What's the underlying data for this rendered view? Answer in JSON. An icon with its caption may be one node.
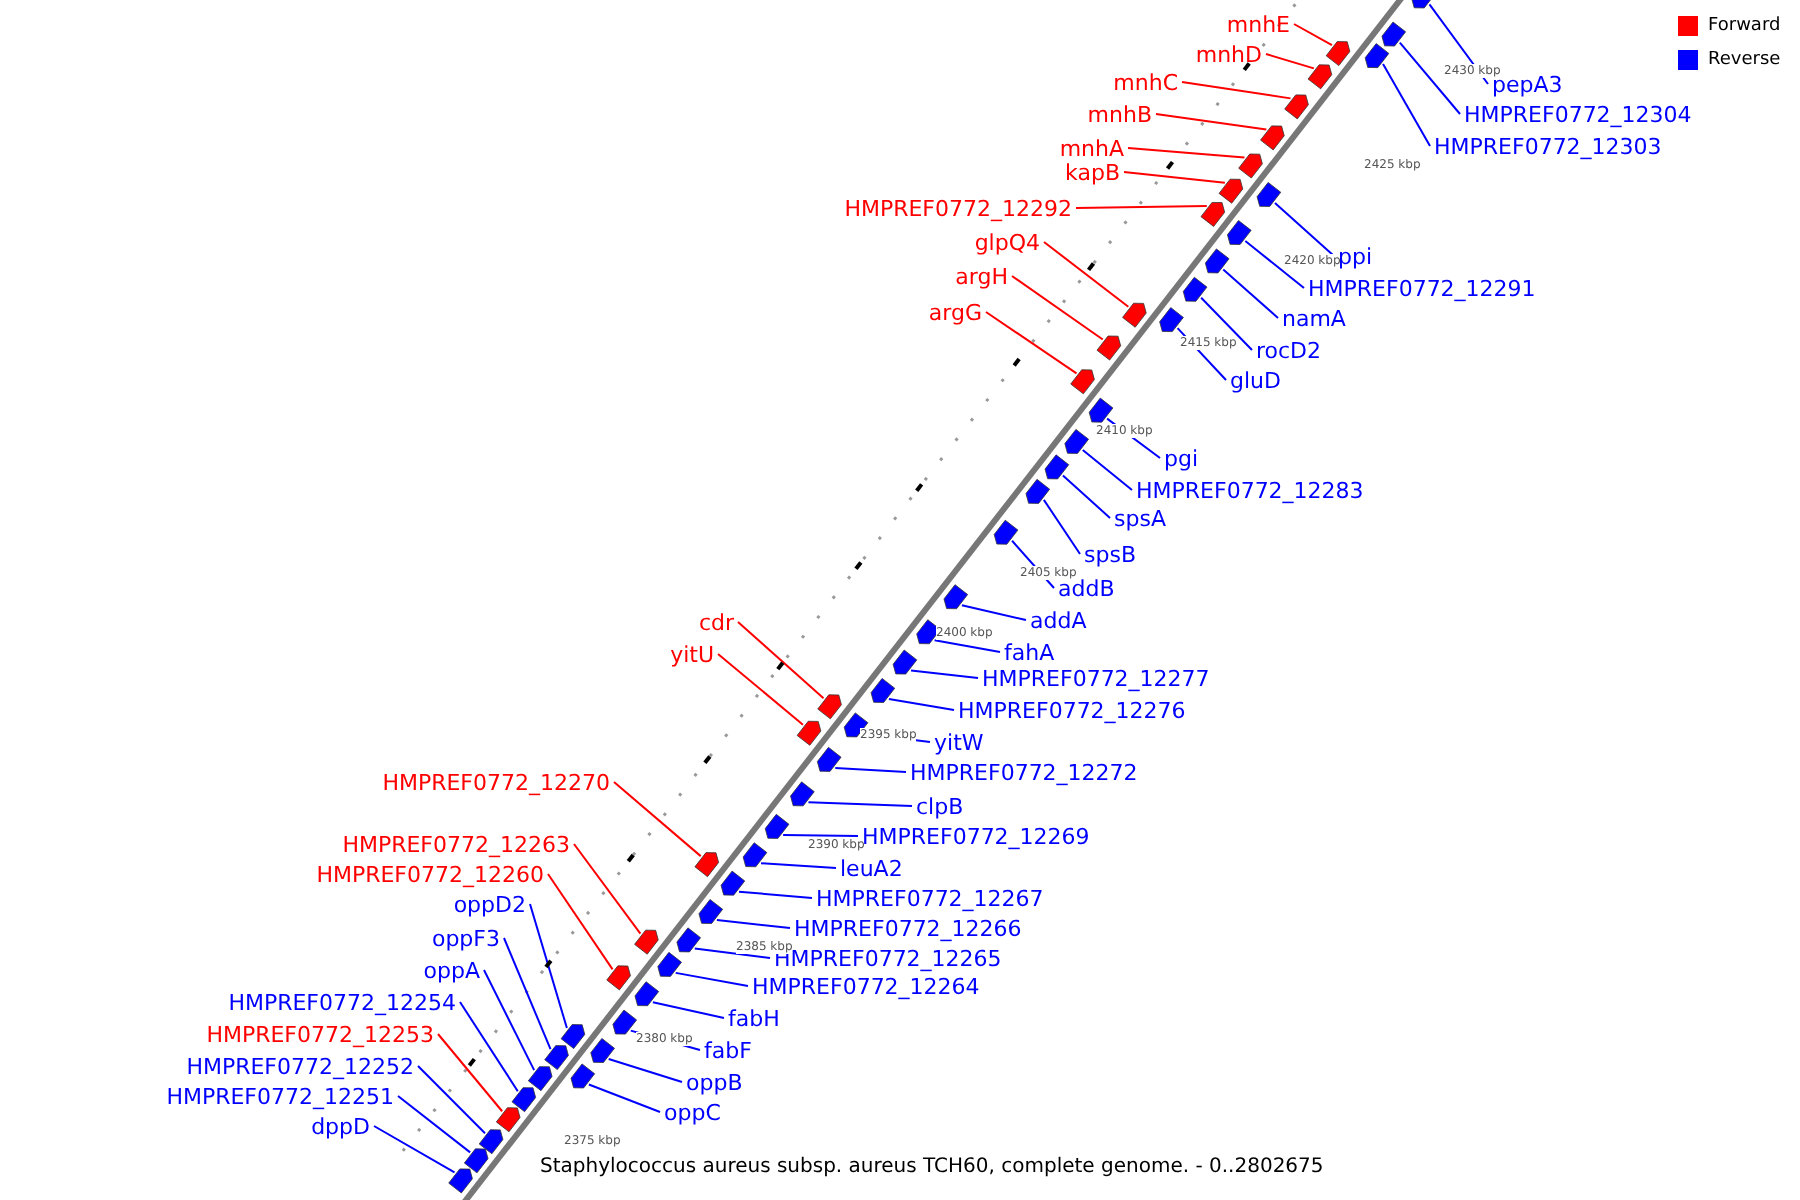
{
  "diagram": {
    "caption": "Staphylococcus aureus subsp. aureus TCH60, complete genome. - 0..2802675",
    "nodes": [
      {
        "text": [
          "mnhE"
        ]
      },
      {
        "text": [
          "pepA3"
        ]
      },
      {
        "text": [
          "mnhD"
        ]
      },
      {
        "text": [
          "mnhC"
        ]
      },
      {
        "text": [
          "HMPREF0772_12304"
        ]
      },
      {
        "text": [
          "mnhB"
        ]
      },
      {
        "text": [
          "HMPREF0772_12303"
        ]
      },
      {
        "text": [
          "mnhA"
        ]
      },
      {
        "text": [
          "kapB"
        ]
      },
      {
        "text": [
          "HMPREF0772_12292"
        ]
      },
      {
        "text": [
          "glpQ4"
        ]
      },
      {
        "text": [
          "ppi"
        ]
      },
      {
        "text": [
          "argH"
        ]
      },
      {
        "text": [
          "HMPREF0772_12291"
        ]
      },
      {
        "text": [
          "argG"
        ]
      },
      {
        "text": [
          "namA"
        ]
      },
      {
        "text": [
          "rocD2"
        ]
      },
      {
        "text": [
          "gluD"
        ]
      },
      {
        "text": [
          "pgi"
        ]
      },
      {
        "text": [
          "HMPREF0772_12283"
        ]
      },
      {
        "text": [
          "spsA"
        ]
      },
      {
        "text": [
          "spsB"
        ]
      },
      {
        "text": [
          "addB"
        ]
      },
      {
        "text": [
          "cdr"
        ]
      },
      {
        "text": [
          "addA"
        ]
      },
      {
        "text": [
          "fahA"
        ]
      },
      {
        "text": [
          "yitU"
        ]
      },
      {
        "text": [
          "HMPREF0772_12277"
        ]
      },
      {
        "text": [
          "HMPREF0772_12276"
        ]
      },
      {
        "text": [
          "yitW"
        ]
      },
      {
        "text": [
          "HMPREF0772_12272"
        ]
      },
      {
        "text": [
          "HMPREF0772_12270"
        ]
      },
      {
        "text": [
          "clpB"
        ]
      },
      {
        "text": [
          "HMPREF0772_12269"
        ]
      },
      {
        "text": [
          "HMPREF0772_12263"
        ]
      },
      {
        "text": [
          "leuA2"
        ]
      },
      {
        "text": [
          "HMPREF0772_12260"
        ]
      },
      {
        "text": [
          "HMPREF0772_12267"
        ]
      },
      {
        "text": [
          "oppD2"
        ]
      },
      {
        "text": [
          "HMPREF0772_12266"
        ]
      },
      {
        "text": [
          "oppF3"
        ]
      },
      {
        "text": [
          "HMPREF0772_12265"
        ]
      },
      {
        "text": [
          "oppA"
        ]
      },
      {
        "text": [
          "HMPREF0772_12264"
        ]
      },
      {
        "text": [
          "HMPREF0772_12254"
        ]
      },
      {
        "text": [
          "fabH"
        ]
      },
      {
        "text": [
          "HMPREF0772_12253"
        ]
      },
      {
        "text": [
          "fabF"
        ]
      },
      {
        "text": [
          "HMPREF0772_12252"
        ]
      },
      {
        "text": [
          "oppB"
        ]
      },
      {
        "text": [
          "HMPREF0772_12251"
        ]
      },
      {
        "text": [
          "oppC"
        ]
      },
      {
        "text": [
          "dppD"
        ]
      },
      {
        "text": [],
        "shape": "arrow"
      },
      {
        "text": [],
        "shape": "arrow"
      },
      {
        "text": [],
        "shape": "arrow"
      },
      {
        "text": [],
        "shape": "arrow"
      },
      {
        "text": [],
        "shape": "arrow"
      },
      {
        "text": [],
        "shape": "arrow"
      },
      {
        "text": [],
        "shape": "arrow"
      },
      {
        "text": [],
        "shape": "arrow"
      },
      {
        "text": [],
        "shape": "arrow"
      },
      {
        "text": [],
        "shape": "arrow"
      },
      {
        "text": [],
        "shape": "arrow"
      },
      {
        "text": [],
        "shape": "arrow"
      },
      {
        "text": [],
        "shape": "arrow"
      },
      {
        "text": [],
        "shape": "arrow"
      },
      {
        "text": [],
        "shape": "arrow"
      },
      {
        "text": [],
        "shape": "arrow"
      },
      {
        "text": [],
        "shape": "arrow"
      },
      {
        "text": [],
        "shape": "arrow"
      },
      {
        "text": [],
        "shape": "arrow"
      },
      {
        "text": [],
        "shape": "arrow"
      },
      {
        "text": [],
        "shape": "arrow"
      },
      {
        "text": [],
        "shape": "arrow"
      },
      {
        "text": [],
        "shape": "arrow"
      },
      {
        "text": [],
        "shape": "arrow"
      },
      {
        "text": [],
        "shape": "arrow"
      },
      {
        "text": [],
        "shape": "arrow"
      },
      {
        "text": [],
        "shape": "arrow"
      },
      {
        "text": [],
        "shape": "arrow"
      },
      {
        "text": [],
        "shape": "arrow"
      },
      {
        "text": [],
        "shape": "arrow"
      },
      {
        "text": [],
        "shape": "arrow"
      },
      {
        "text": [],
        "shape": "arrow"
      },
      {
        "text": [],
        "shape": "arrow"
      },
      {
        "text": [],
        "shape": "arrow"
      },
      {
        "text": [],
        "shape": "arrow"
      },
      {
        "text": [],
        "shape": "arrow"
      },
      {
        "text": [],
        "shape": "arrow"
      },
      {
        "text": [],
        "shape": "arrow"
      },
      {
        "text": [],
        "shape": "arrow"
      },
      {
        "text": [],
        "shape": "arrow"
      },
      {
        "text": [],
        "shape": "arrow"
      },
      {
        "text": [],
        "shape": "arrow"
      },
      {
        "text": [],
        "shape": "arrow"
      },
      {
        "text": [],
        "shape": "arrow"
      },
      {
        "text": [],
        "shape": "arrow"
      },
      {
        "text": [],
        "shape": "arrow"
      },
      {
        "text": [],
        "shape": "arrow"
      },
      {
        "text": [],
        "shape": "arrow"
      },
      {
        "text": [],
        "shape": "arrow"
      },
      {
        "text": [],
        "shape": "arrow"
      },
      {
        "text": [],
        "shape": "arrow"
      },
      {
        "text": [],
        "shape": "arrow"
      },
      {
        "text": [],
        "shape": "arrow"
      }
    ],
    "edges": [
      {
        "from": 0,
        "to": 53,
        "arrow": "none",
        "color": "#ff0000"
      },
      {
        "from": 1,
        "to": 54,
        "arrow": "none"
      },
      {
        "from": 2,
        "to": 55,
        "arrow": "none",
        "color": "#ff0000"
      },
      {
        "from": 3,
        "to": 56,
        "arrow": "none",
        "color": "#ff0000"
      },
      {
        "from": 4,
        "to": 57,
        "arrow": "none"
      },
      {
        "from": 5,
        "to": 58,
        "arrow": "none",
        "color": "#ff0000"
      },
      {
        "from": 6,
        "to": 59,
        "arrow": "none"
      },
      {
        "from": 7,
        "to": 60,
        "arrow": "none",
        "color": "#ff0000"
      },
      {
        "from": 8,
        "to": 61,
        "arrow": "none",
        "color": "#ff0000"
      },
      {
        "from": 9,
        "to": 62,
        "arrow": "none",
        "color": "#ff0000"
      },
      {
        "from": 10,
        "to": 63,
        "arrow": "none",
        "color": "#ff0000"
      },
      {
        "from": 11,
        "to": 64,
        "arrow": "none"
      },
      {
        "from": 12,
        "to": 65,
        "arrow": "none",
        "color": "#ff0000"
      },
      {
        "from": 13,
        "to": 66,
        "arrow": "none"
      },
      {
        "from": 14,
        "to": 67,
        "arrow": "none",
        "color": "#ff0000"
      },
      {
        "from": 15,
        "to": 68,
        "arrow": "none"
      },
      {
        "from": 16,
        "to": 69,
        "arrow": "none"
      },
      {
        "from": 17,
        "to": 70,
        "arrow": "none"
      },
      {
        "from": 18,
        "to": 71,
        "arrow": "none"
      },
      {
        "from": 19,
        "to": 72,
        "arrow": "none"
      },
      {
        "from": 20,
        "to": 73,
        "arrow": "none"
      },
      {
        "from": 21,
        "to": 74,
        "arrow": "none"
      },
      {
        "from": 22,
        "to": 75,
        "arrow": "none"
      },
      {
        "from": 23,
        "to": 76,
        "arrow": "none",
        "color": "#ff0000"
      },
      {
        "from": 24,
        "to": 77,
        "arrow": "none"
      },
      {
        "from": 25,
        "to": 78,
        "arrow": "none"
      },
      {
        "from": 26,
        "to": 79,
        "arrow": "none",
        "color": "#ff0000"
      },
      {
        "from": 27,
        "to": 80,
        "arrow": "none"
      },
      {
        "from": 28,
        "to": 81,
        "arrow": "none"
      },
      {
        "from": 29,
        "to": 82,
        "arrow": "none"
      },
      {
        "from": 30,
        "to": 83,
        "arrow": "none"
      },
      {
        "from": 31,
        "to": 84,
        "arrow": "none",
        "color": "#ff0000"
      },
      {
        "from": 32,
        "to": 85,
        "arrow": "none"
      },
      {
        "from": 33,
        "to": 86,
        "arrow": "none"
      },
      {
        "from": 34,
        "to": 87,
        "arrow": "none",
        "color": "#ff0000"
      },
      {
        "from": 35,
        "to": 88,
        "arrow": "none"
      },
      {
        "from": 36,
        "to": 89,
        "arrow": "none",
        "color": "#ff0000"
      },
      {
        "from": 37,
        "to": 90,
        "arrow": "none"
      },
      {
        "from": 38,
        "to": 91,
        "arrow": "none"
      },
      {
        "from": 39,
        "to": 92,
        "arrow": "none"
      },
      {
        "from": 40,
        "to": 93,
        "arrow": "none"
      },
      {
        "from": 41,
        "to": 94,
        "arrow": "none"
      },
      {
        "from": 42,
        "to": 95,
        "arrow": "none"
      },
      {
        "from": 43,
        "to": 96,
        "arrow": "none"
      },
      {
        "from": 44,
        "to": 97,
        "arrow": "none"
      },
      {
        "from": 45,
        "to": 98,
        "arrow": "none"
      },
      {
        "from": 46,
        "to": 99,
        "arrow": "none",
        "color": "#ff0000"
      },
      {
        "from": 47,
        "to": 100,
        "arrow": "none"
      },
      {
        "from": 48,
        "to": 101,
        "arrow": "none"
      },
      {
        "from": 49,
        "to": 102,
        "arrow": "none"
      },
      {
        "from": 50,
        "to": 103,
        "arrow": "none"
      },
      {
        "from": 51,
        "to": 104,
        "arrow": "none"
      },
      {
        "from": 52,
        "to": 105,
        "arrow": "none"
      }
    ],
    "labels": [
      "2430 kbp",
      "2425 kbp",
      "2420 kbp",
      "2415 kbp",
      "2410 kbp",
      "2405 kbp",
      "2400 kbp",
      "2395 kbp",
      "2390 kbp",
      "2385 kbp",
      "2380 kbp",
      "2375 kbp"
    ],
    "legend": [
      {
        "text": "Forward",
        "color": "#ff0000"
      },
      {
        "text": "Reverse",
        "color": "#0000ff"
      }
    ]
  }
}
